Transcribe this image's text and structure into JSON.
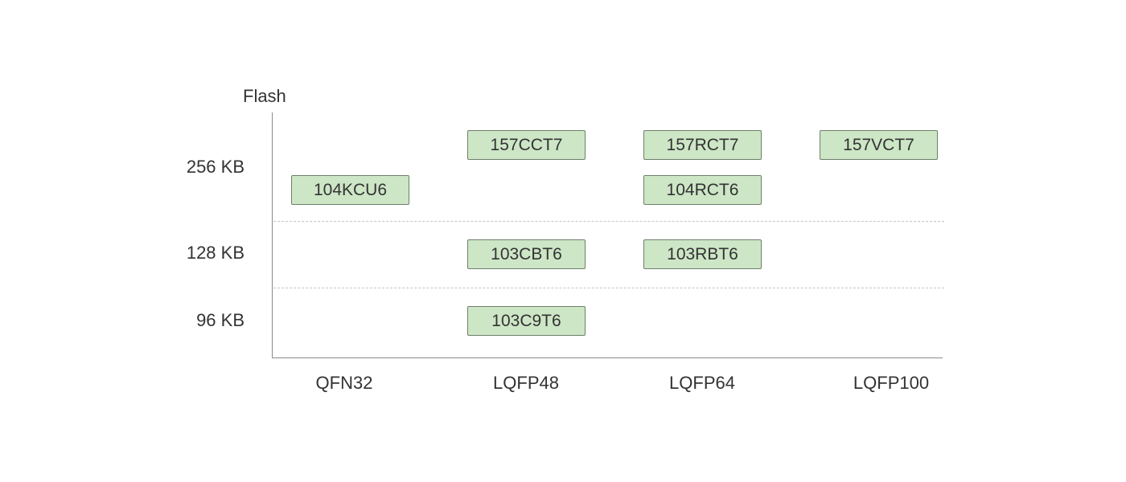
{
  "axis_title": "Flash",
  "flash_sizes": [
    "256 KB",
    "128 KB",
    "96 KB"
  ],
  "packages": [
    "QFN32",
    "LQFP48",
    "LQFP64",
    "LQFP100"
  ],
  "colors": {
    "chip_fill": "#cde6c6",
    "chip_border": "#6f7f6b",
    "axis": "#8a8a8a",
    "divider": "#c4c4c4",
    "text": "#333333"
  },
  "chips": [
    {
      "label": "157CCT7",
      "package": "LQFP48",
      "flash": "256 KB"
    },
    {
      "label": "157RCT7",
      "package": "LQFP64",
      "flash": "256 KB"
    },
    {
      "label": "157VCT7",
      "package": "LQFP100",
      "flash": "256 KB"
    },
    {
      "label": "104KCU6",
      "package": "QFN32",
      "flash": "256 KB"
    },
    {
      "label": "104RCT6",
      "package": "LQFP64",
      "flash": "256 KB"
    },
    {
      "label": "103CBT6",
      "package": "LQFP48",
      "flash": "128 KB"
    },
    {
      "label": "103RBT6",
      "package": "LQFP64",
      "flash": "128 KB"
    },
    {
      "label": "103C9T6",
      "package": "LQFP48",
      "flash": "96 KB"
    }
  ]
}
